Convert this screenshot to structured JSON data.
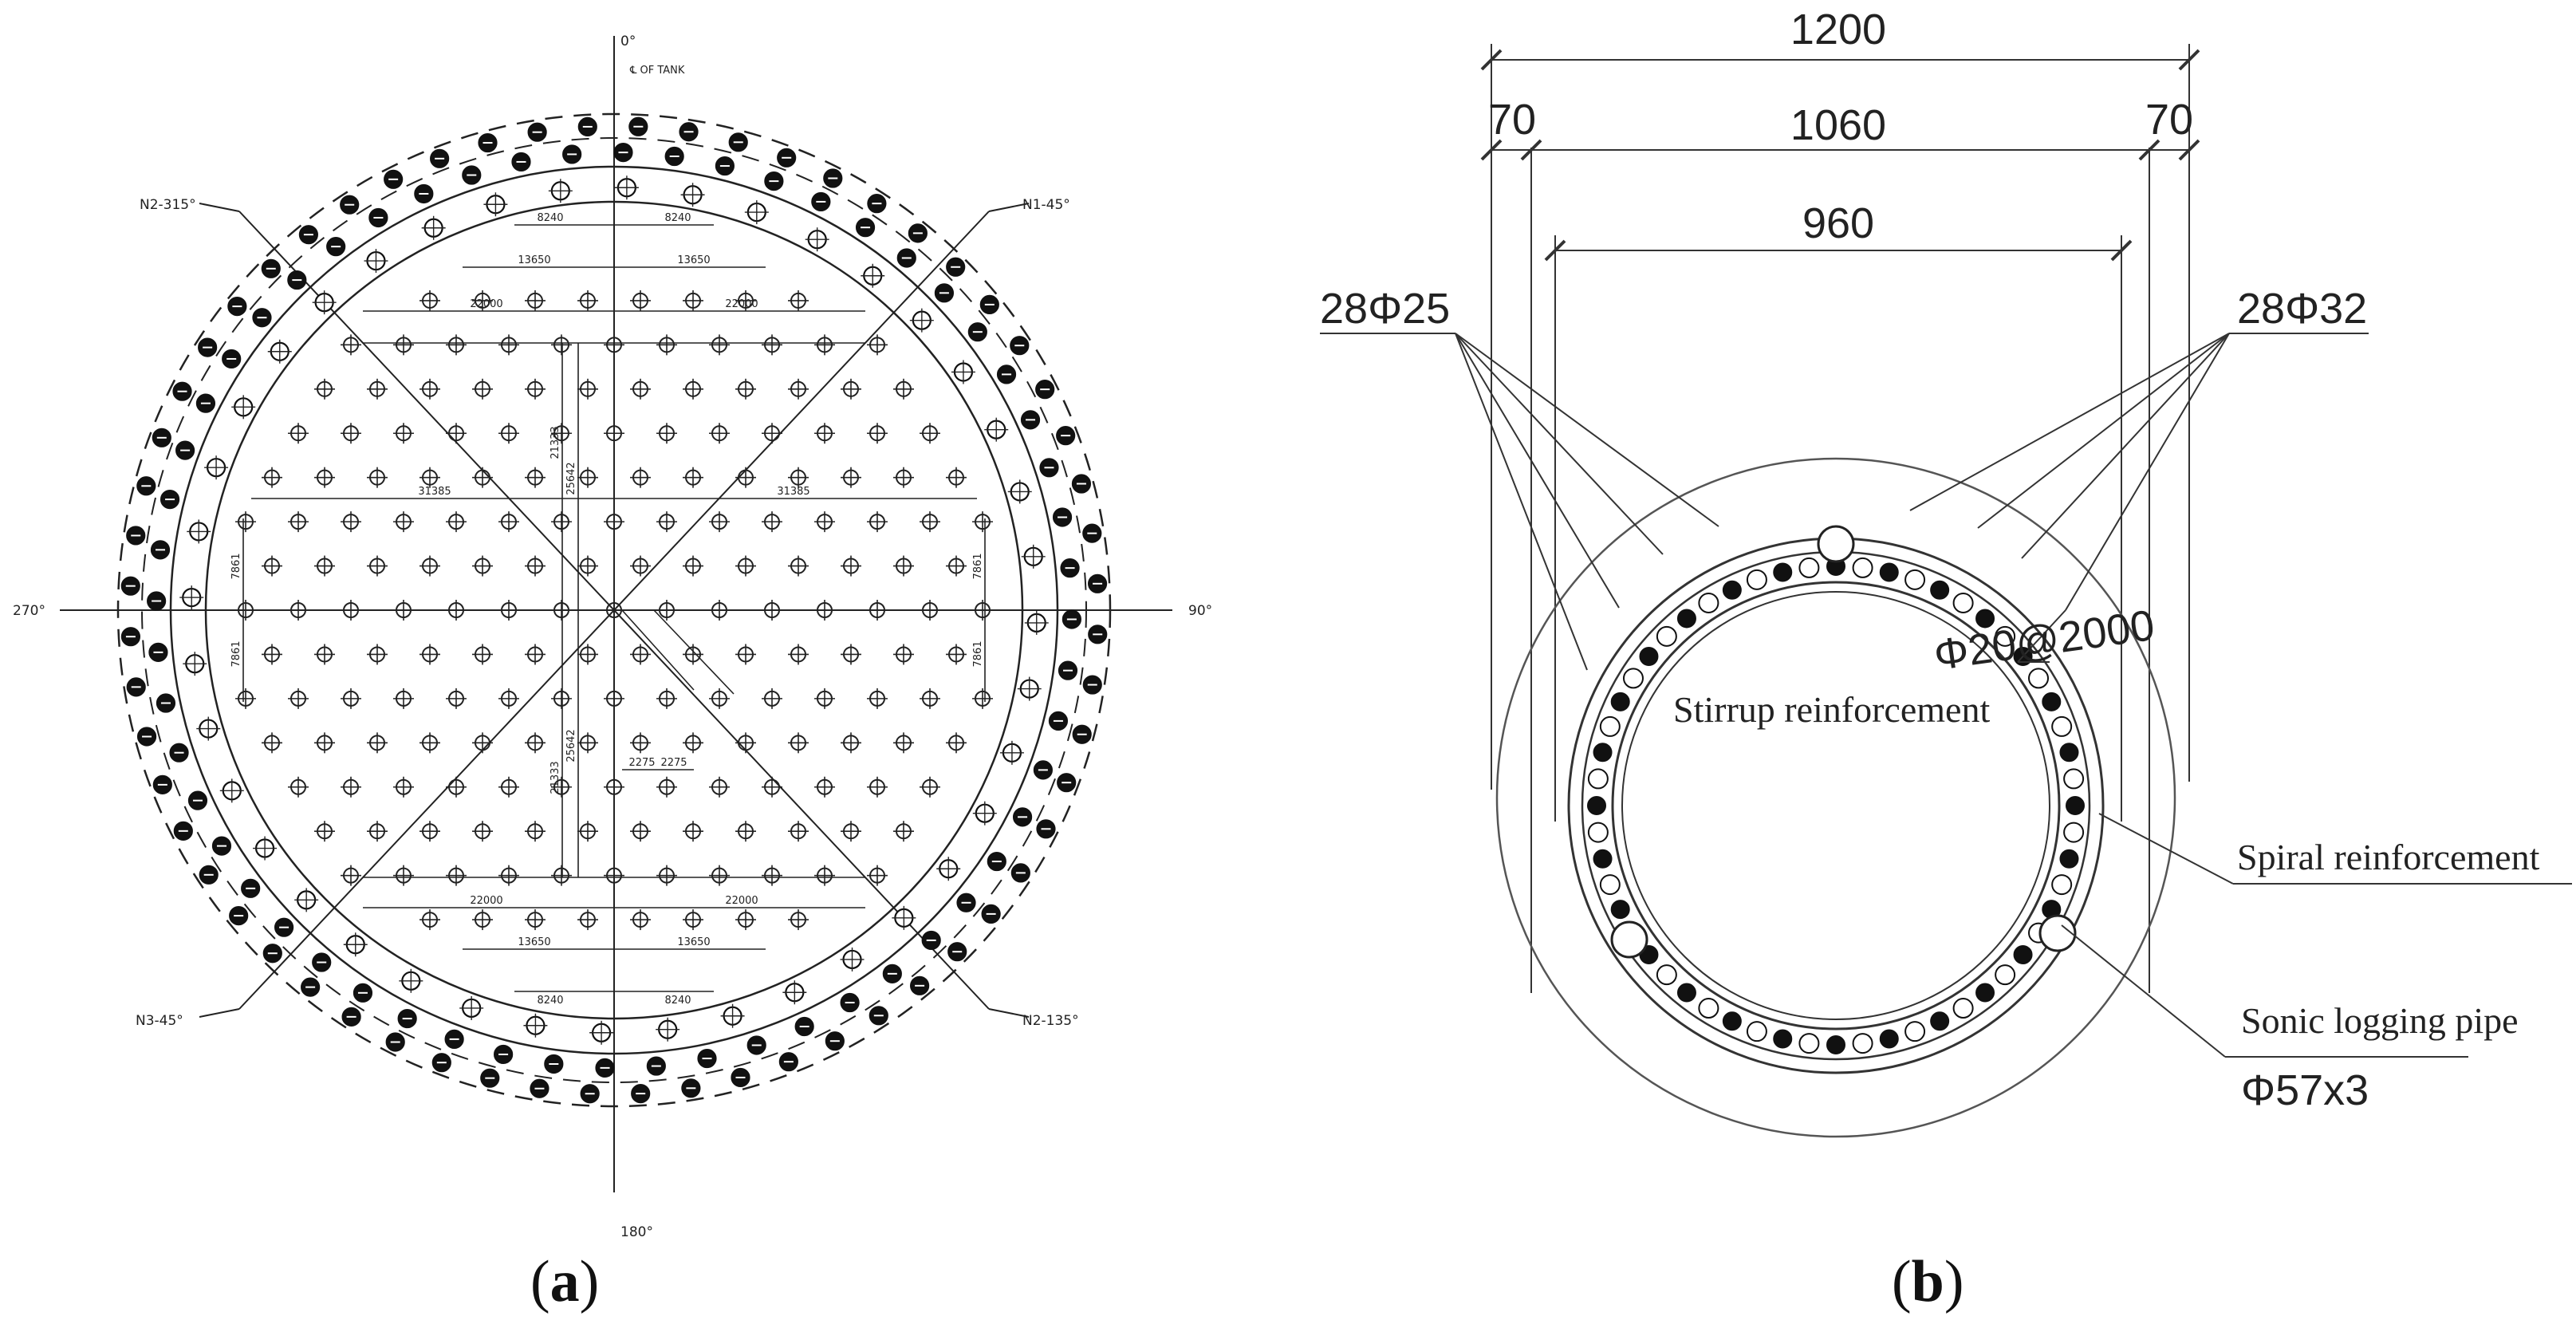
{
  "panel_a": {
    "label": "a",
    "axis_labels": {
      "top": "0°",
      "top_note": "℄ OF TANK",
      "bottom": "180°",
      "left": "270°",
      "right": "90°"
    },
    "diagonal_labels": {
      "top_left": "N2-315°",
      "top_right": "N1-45°",
      "bottom_left": "N3-45°",
      "bottom_right": "N2-135°"
    },
    "dimensions": {
      "top_8240_left": "8240",
      "top_8240_right": "8240",
      "top_13650_left": "13650",
      "top_13650_right": "13650",
      "top_22000_left": "22000",
      "top_22000_right": "22000",
      "mid_31385_left": "31385",
      "mid_31385_right": "31385",
      "bottom_22000_left": "22000",
      "bottom_22000_right": "22000",
      "bottom_13650_left": "13650",
      "bottom_13650_right": "13650",
      "bottom_8240_left": "8240",
      "bottom_8240_right": "8240",
      "vert_21333": "21333",
      "vert_25642": "25642",
      "vert_25642_b": "25642",
      "vert_21333_b": "21333",
      "side_7861_l1": "7861",
      "side_7861_l2": "7861",
      "side_7861_r1": "7861",
      "side_7861_r2": "7861",
      "small_2275_a": "2275",
      "small_2275_b": "2275"
    }
  },
  "panel_b": {
    "label": "b",
    "dimensions": {
      "outer": "1200",
      "cover_left": "70",
      "cover_right": "70",
      "cage": "1060",
      "inner": "960"
    },
    "callouts": {
      "left_bars": "28Φ25",
      "right_bars": "28Φ32",
      "stirrup_spec": "Φ20@2000",
      "stirrup_label": "Stirrup reinforcement",
      "spiral_label": "Spiral reinforcement",
      "sonic_label": "Sonic logging pipe",
      "sonic_spec": "Φ57x3"
    }
  }
}
